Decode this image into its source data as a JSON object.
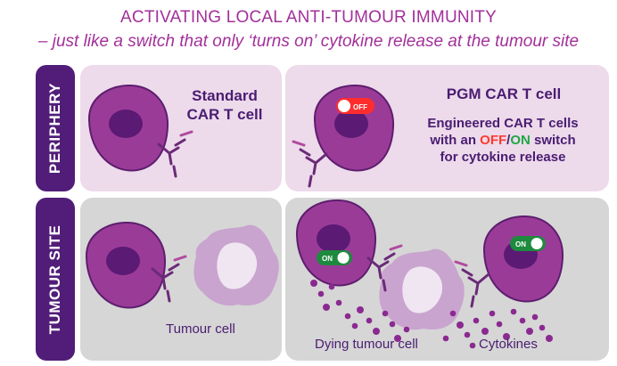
{
  "title_line1": "ACTIVATING LOCAL ANTI-TUMOUR IMMUNITY",
  "title_line2": "– just like a switch that only ‘turns on’ cytokine release at the tumour site",
  "rows": {
    "periphery": "PERIPHERY",
    "tumour_site": "TUMOUR SITE"
  },
  "periphery_left": {
    "line1": "Standard",
    "line2": "CAR T cell"
  },
  "periphery_right": {
    "title": "PGM CAR T cell",
    "desc_line1": "Engineered CAR T cells",
    "desc_line2_pre": "with an ",
    "desc_off": "OFF",
    "desc_slash": "/",
    "desc_on": "ON",
    "desc_line2_post": " switch",
    "desc_line3": "for cytokine release"
  },
  "switch_labels": {
    "off": "OFF",
    "on": "ON"
  },
  "tumour_left": {
    "label": "Tumour cell"
  },
  "tumour_right": {
    "dying_label": "Dying tumour cell",
    "cytokines_label": "Cytokines"
  },
  "colors": {
    "title": "#a2309a",
    "side_bar": "#511d78",
    "pink_panel": "#eddaeb",
    "grey_panel": "#d6d6d6",
    "cell_body": "#9b3b98",
    "nucleus": "#5b1a74",
    "text_dark": "#4a1d71",
    "switch_off": "#ff2d2d",
    "switch_on": "#1e8a3e"
  }
}
